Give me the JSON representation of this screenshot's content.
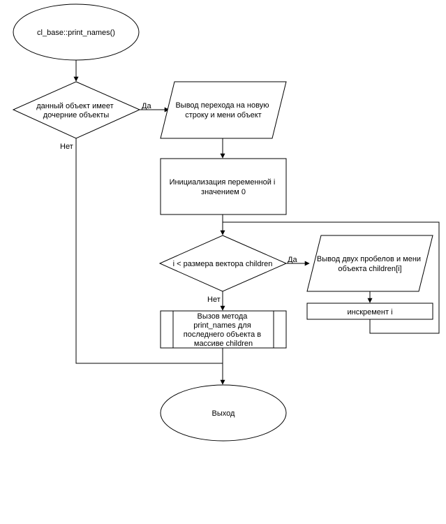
{
  "diagram": {
    "start": "cl_base::print_names()",
    "decision1": [
      "данный объект имеет",
      "дочерние объекты"
    ],
    "decision1_yes": "Да",
    "decision1_no": "Нет",
    "output1": [
      "Вывод перехода на новую",
      "строку и мени объект"
    ],
    "init": [
      "Инициализация переменной i",
      "значением 0"
    ],
    "decision2": "i < размера вектора children",
    "decision2_yes": "Да",
    "decision2_no": "Нет",
    "output2": [
      "Вывод двух пробелов и мени",
      "объекта children[i]"
    ],
    "increment": "инскремент i",
    "call": [
      "Вызов метода",
      "print_names для",
      "последнего объекта в",
      "массиве children"
    ],
    "end": "Выход"
  }
}
